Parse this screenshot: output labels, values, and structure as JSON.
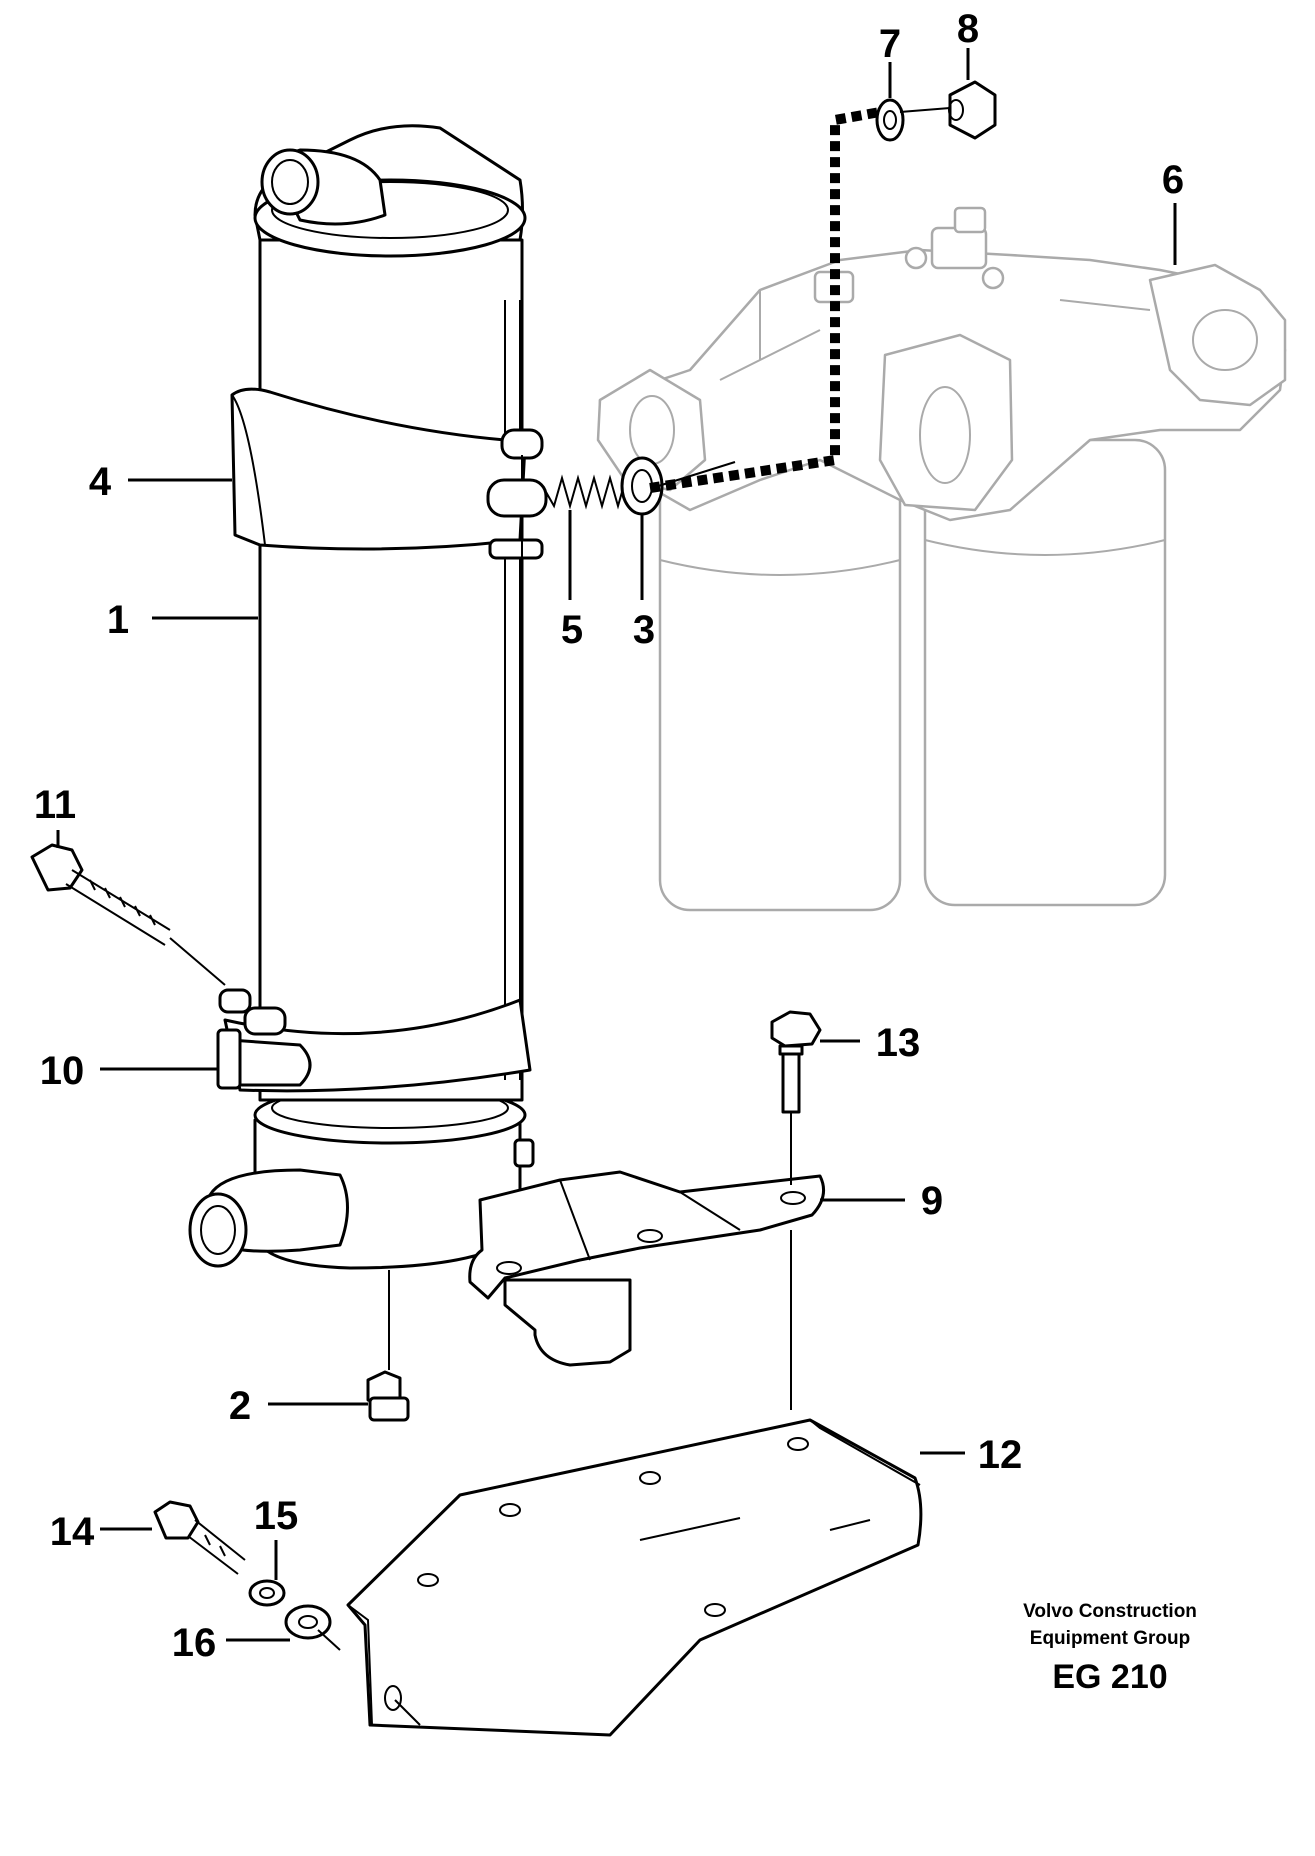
{
  "callouts": [
    {
      "id": "c1",
      "label": "1"
    },
    {
      "id": "c2",
      "label": "2"
    },
    {
      "id": "c3",
      "label": "3"
    },
    {
      "id": "c4",
      "label": "4"
    },
    {
      "id": "c5",
      "label": "5"
    },
    {
      "id": "c6",
      "label": "6"
    },
    {
      "id": "c7",
      "label": "7"
    },
    {
      "id": "c8",
      "label": "8"
    },
    {
      "id": "c9",
      "label": "9"
    },
    {
      "id": "c10",
      "label": "10"
    },
    {
      "id": "c11",
      "label": "11"
    },
    {
      "id": "c12",
      "label": "12"
    },
    {
      "id": "c13",
      "label": "13"
    },
    {
      "id": "c14",
      "label": "14"
    },
    {
      "id": "c15",
      "label": "15"
    },
    {
      "id": "c16",
      "label": "16"
    }
  ],
  "footer": {
    "line1": "Volvo Construction",
    "line2": "Equipment Group",
    "code": "EG 210"
  }
}
